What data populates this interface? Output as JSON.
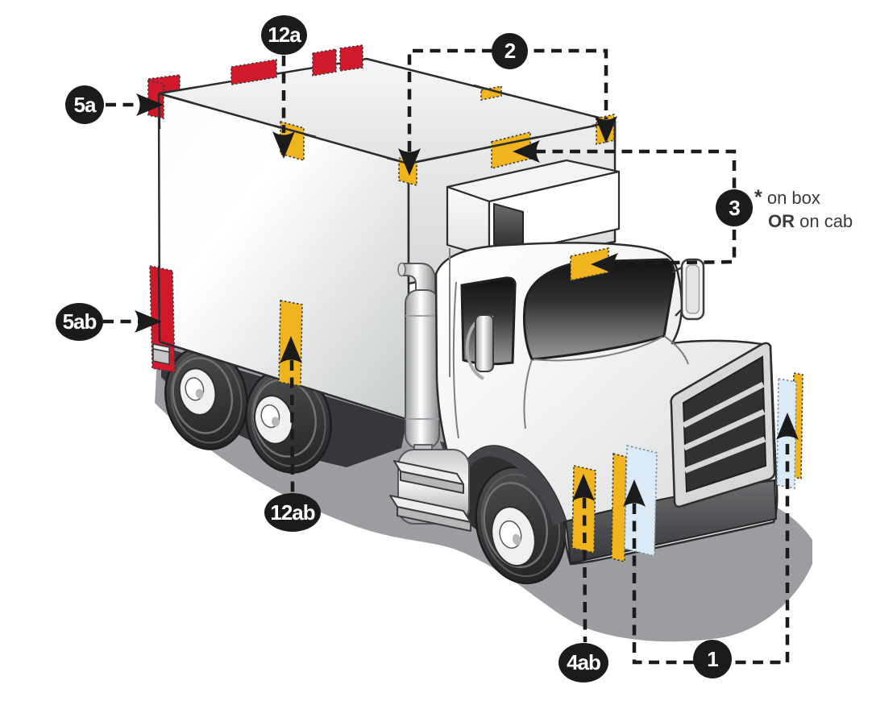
{
  "diagram": {
    "callouts": [
      {
        "id": "5a",
        "label": "5a",
        "marker_color": "red"
      },
      {
        "id": "12a",
        "label": "12a",
        "marker_color": "amber"
      },
      {
        "id": "2",
        "label": "2",
        "marker_color": "amber"
      },
      {
        "id": "3",
        "label": "3",
        "marker_color": "amber"
      },
      {
        "id": "5ab",
        "label": "5ab",
        "marker_color": "red"
      },
      {
        "id": "12ab",
        "label": "12ab",
        "marker_color": "amber"
      },
      {
        "id": "4ab",
        "label": "4ab",
        "marker_color": "amber"
      },
      {
        "id": "1",
        "label": "1",
        "marker_color": "blue"
      }
    ],
    "note": {
      "star": "*",
      "line1": " on box",
      "bold": "OR",
      "line2": " on cab"
    },
    "colors": {
      "red_marker": "#d2182b",
      "amber_marker": "#f0b41e",
      "blue_marker": "#daeaf7",
      "badge": "#1b1b1b",
      "shadow": "#9b9da0",
      "line": "#1b1b1b"
    }
  }
}
